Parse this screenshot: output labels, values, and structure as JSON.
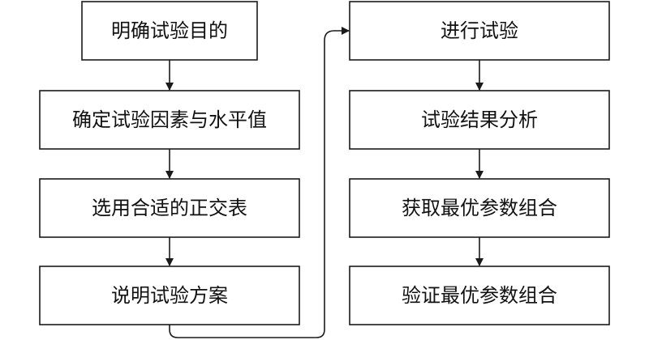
{
  "left_column": [
    {
      "label": "明确试验目的"
    },
    {
      "label": "确定试验因素与水平值"
    },
    {
      "label": "选用合适的正交表"
    },
    {
      "label": "说明试验方案"
    }
  ],
  "right_column": [
    {
      "label": "进行试验"
    },
    {
      "label": "试验结果分析"
    },
    {
      "label": "获取最优参数组合"
    },
    {
      "label": "验证最优参数组合"
    }
  ],
  "colors": {
    "stroke": "#1a1a1a",
    "text": "#111111",
    "background": "#ffffff"
  }
}
